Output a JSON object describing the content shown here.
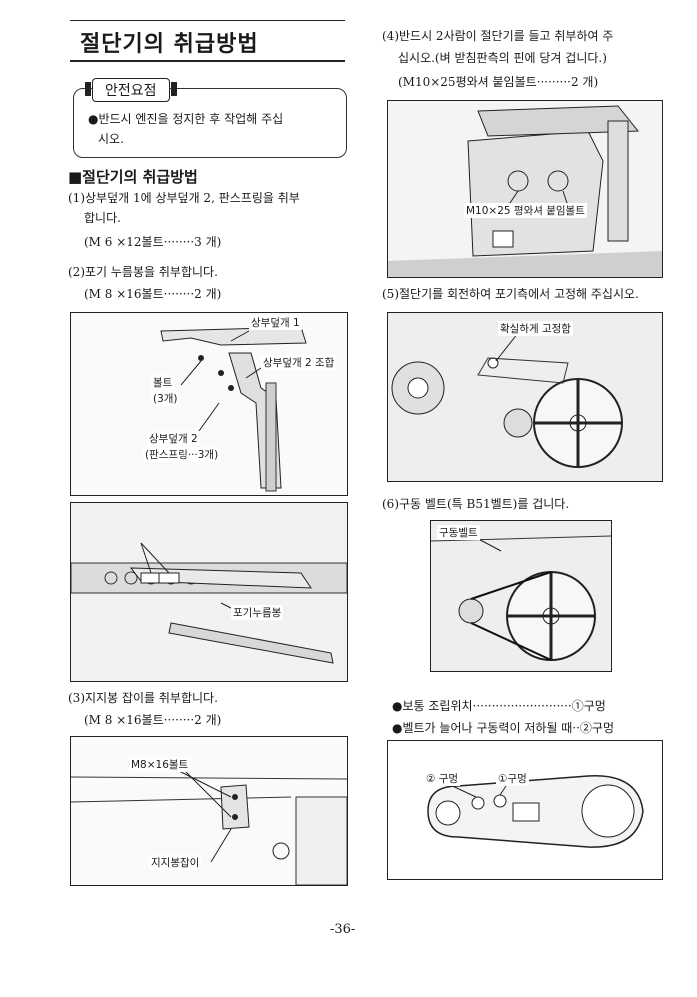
{
  "title": "절단기의 취급방법",
  "safety": {
    "badge": "안전요점",
    "line1": "●반드시 엔진을 정지한 후 작업해 주십",
    "line2": "시오."
  },
  "section_heading": "■절단기의 취급방법",
  "steps": {
    "s1_line1": "(1)상부덮개 1에 상부덮개 2, 판스프링을 취부",
    "s1_line2": "합니다.",
    "s1_parts": "(M 6 ×12볼트········3 개)",
    "s2_line1": "(2)포기 누름봉을 취부합니다.",
    "s2_parts": "(M 8 ×16볼트········2 개)",
    "s3_line1": "(3)지지봉 잡이를 취부합니다.",
    "s3_parts": "(M 8 ×16볼트········2 개)",
    "s4_line1": "(4)반드시 2사람이 절단기를 들고 취부하여 주",
    "s4_line2": "십시오.(벼 받침판측의 핀에 당겨 겁니다.)",
    "s4_parts": "(M10×25평와셔 붙임볼트·········2 개)",
    "s5_line1": "(5)절단기를 회전하여 포기측에서 고정해 주십시오.",
    "s6_line1": "(6)구동 벨트(특 B51벨트)를 겁니다.",
    "note1": "●보통 조립위치··························①구멍",
    "note2": "●벨트가 늘어나 구동력이 저하될 때··②구멍"
  },
  "figures": {
    "fig1": {
      "label_cover1": "상부덮개 1",
      "label_cover2": "상부덮개 2 조합",
      "label_bolt1": "볼트",
      "label_bolt2": "(3개)",
      "label_coverb1": "상부덮개 2",
      "label_coverb2": "(판스프링···3개)"
    },
    "fig2": {
      "label_rod": "포기누름봉"
    },
    "fig3": {
      "label_bolt": "M8×16볼트",
      "label_grip": "지지봉잡이"
    },
    "fig4": {
      "label_bolt": "M10×25 평와셔 붙임볼트"
    },
    "fig5": {
      "label_fix": "확실하게 고정함"
    },
    "fig6": {
      "label_belt": "구동벨트"
    },
    "fig7": {
      "label_hole2": "② 구멍",
      "label_hole1": "①구멍"
    }
  },
  "page_number": "-36-"
}
